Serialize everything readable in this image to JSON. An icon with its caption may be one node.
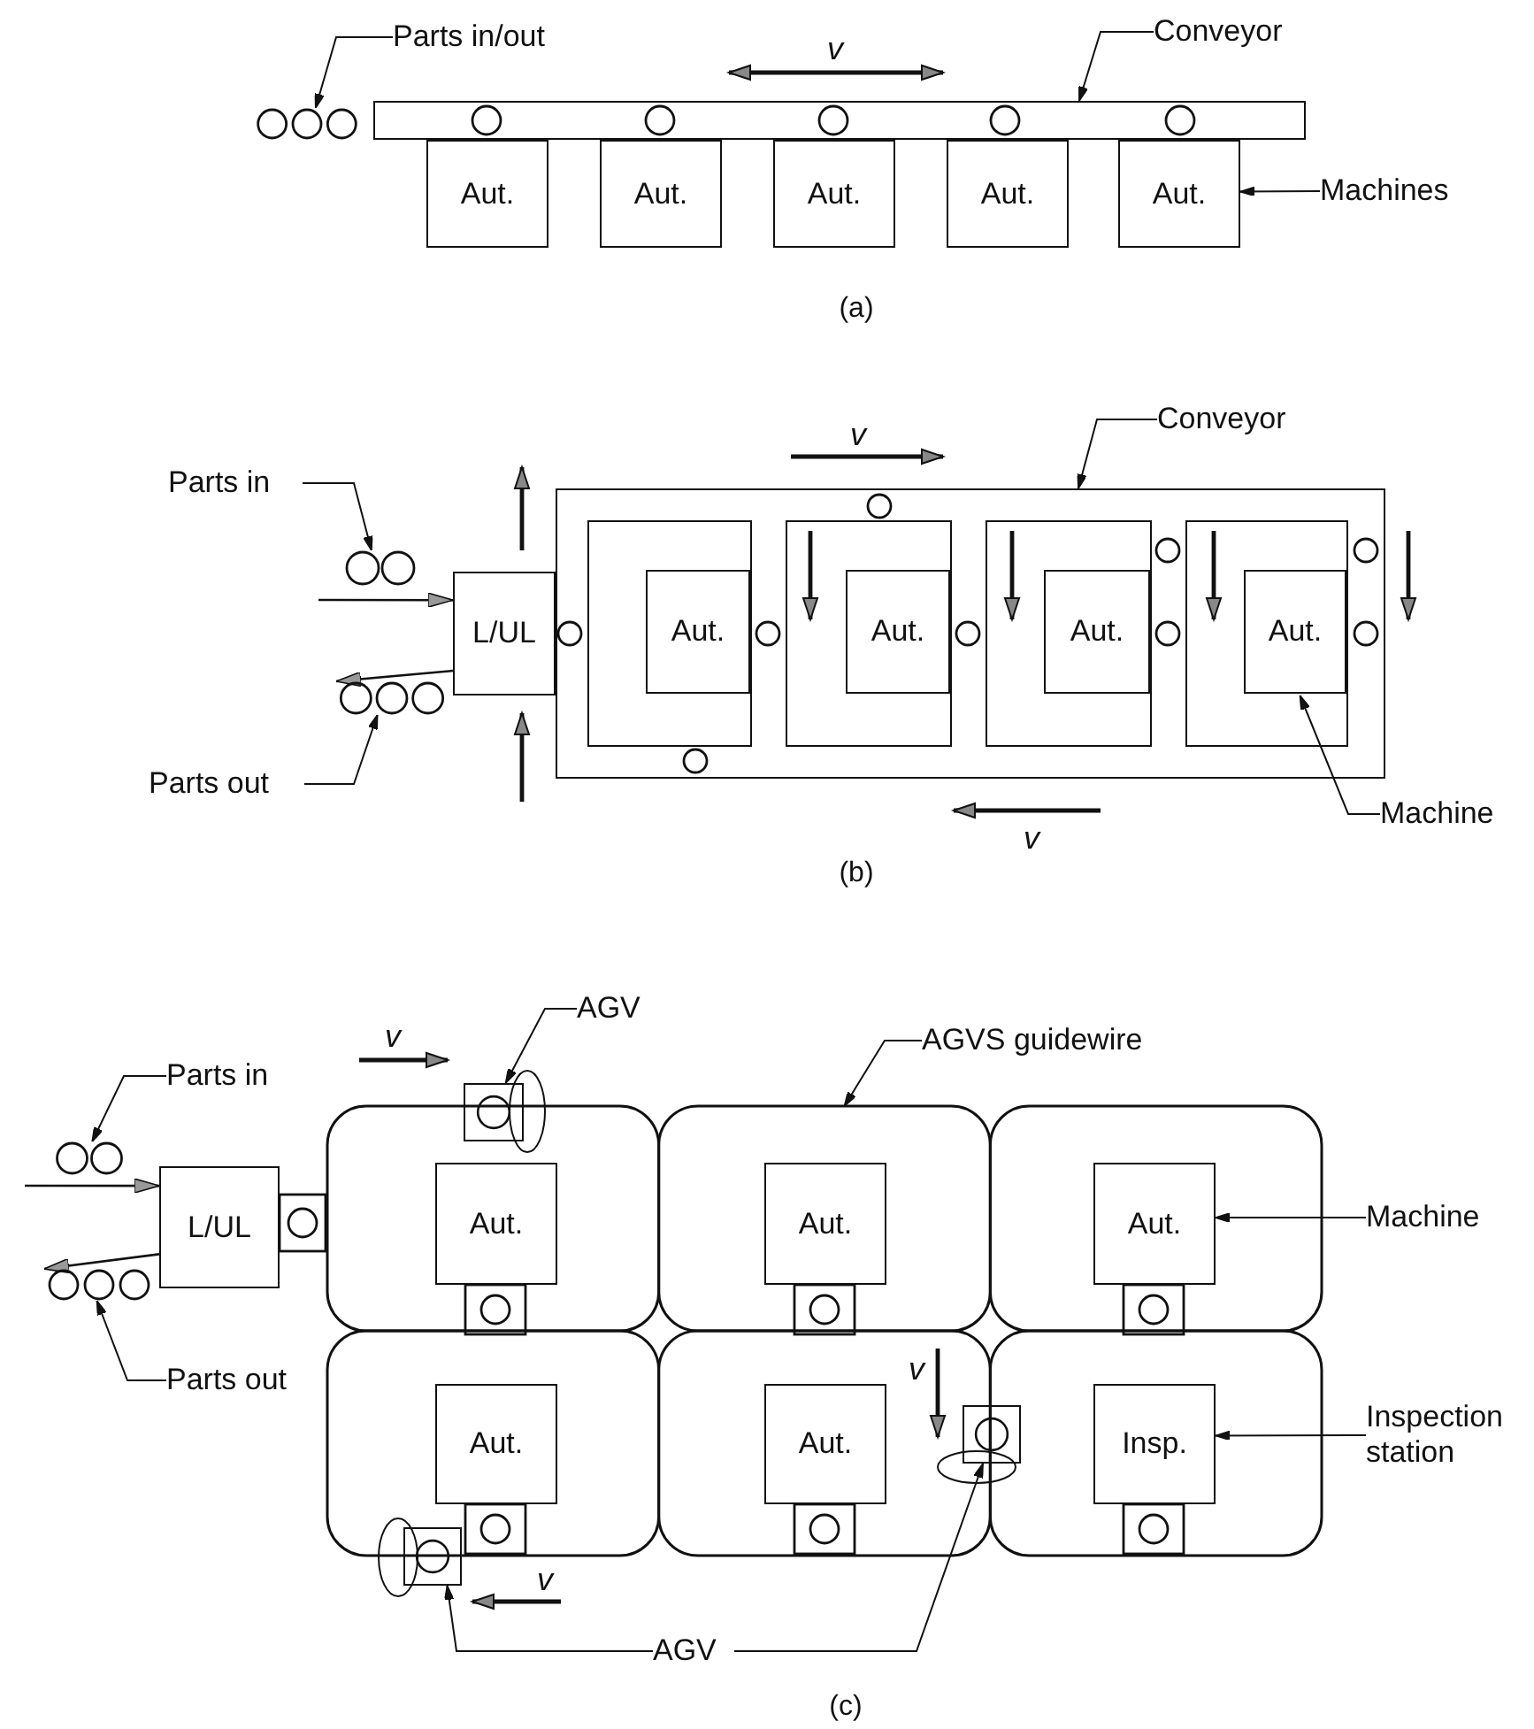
{
  "diagram": {
    "nodes": [
      {
        "text": [
          "Parts in/out"
        ]
      },
      {
        "text": [],
        "shape": "circle"
      },
      {
        "text": [],
        "shape": "bar"
      },
      {
        "text": [
          "Conveyor"
        ]
      },
      {
        "text": [
          "Aut."
        ]
      },
      {
        "text": [
          "Aut."
        ]
      },
      {
        "text": [
          "Aut."
        ]
      },
      {
        "text": [
          "Aut."
        ]
      },
      {
        "text": [
          "Aut."
        ]
      },
      {
        "text": [
          "Machines"
        ]
      },
      {
        "text": [
          "Parts in"
        ]
      },
      {
        "text": [],
        "shape": "circle"
      },
      {
        "text": [
          "Parts out"
        ]
      },
      {
        "text": [],
        "shape": "circle"
      },
      {
        "text": [
          "L/UL"
        ]
      },
      {
        "text": [],
        "shape": "box"
      },
      {
        "text": [],
        "shape": "box",
        "in": 15
      },
      {
        "text": [
          "Aut."
        ],
        "in": 16
      },
      {
        "text": [],
        "shape": "box",
        "in": 15
      },
      {
        "text": [
          "Aut."
        ],
        "in": 18
      },
      {
        "text": [],
        "shape": "box",
        "in": 15
      },
      {
        "text": [
          "Aut."
        ],
        "in": 20
      },
      {
        "text": [],
        "shape": "box",
        "in": 15
      },
      {
        "text": [
          "Aut."
        ],
        "in": 22
      },
      {
        "text": [
          "Conveyor"
        ]
      },
      {
        "text": [
          "Machine"
        ]
      },
      {
        "text": [
          "Parts in"
        ]
      },
      {
        "text": [],
        "shape": "circle"
      },
      {
        "text": [
          "Parts out"
        ]
      },
      {
        "text": [],
        "shape": "circle"
      },
      {
        "text": [
          "L/UL"
        ]
      },
      {
        "text": [],
        "shape": "box"
      },
      {
        "text": [
          "Aut."
        ],
        "in": 31
      },
      {
        "text": [
          "Aut."
        ],
        "in": 31
      },
      {
        "text": [
          "Aut."
        ],
        "in": 31
      },
      {
        "text": [
          "Aut."
        ],
        "in": 31
      },
      {
        "text": [
          "Aut."
        ],
        "in": 31
      },
      {
        "text": [
          "Insp."
        ],
        "in": 31
      },
      {
        "text": [],
        "shape": "box"
      },
      {
        "text": [],
        "shape": "box",
        "in": 31
      },
      {
        "text": [],
        "shape": "box"
      },
      {
        "text": [
          "AGV"
        ]
      },
      {
        "text": [
          "AGVS guidewire"
        ]
      },
      {
        "text": [
          "Machine"
        ]
      },
      {
        "text": [
          "Inspection station"
        ]
      },
      {
        "text": [
          "AGV"
        ]
      },
      {
        "text": [],
        "shape": "circle",
        "in": 15
      },
      {
        "text": [],
        "shape": "circle",
        "in": 15
      },
      {
        "text": [],
        "shape": "circle",
        "in": 15
      },
      {
        "text": [],
        "shape": "circle",
        "in": 15
      },
      {
        "text": [],
        "shape": "circle",
        "in": 15
      },
      {
        "text": [],
        "shape": "circle",
        "in": 15
      },
      {
        "text": [],
        "shape": "circle",
        "in": 15
      },
      {
        "text": [],
        "shape": "circle",
        "in": 15
      },
      {
        "text": [],
        "shape": "circle",
        "in": 15
      }
    ],
    "edges": [
      {
        "from": 0,
        "to": 1,
        "arrow": "to"
      },
      {
        "from": 3,
        "to": 2,
        "arrow": "to"
      },
      {
        "from": 9,
        "to": 8,
        "arrow": "to"
      },
      {
        "from": 10,
        "to": 11,
        "arrow": "to"
      },
      {
        "from": 12,
        "to": 13,
        "arrow": "to"
      },
      {
        "from": null,
        "to": 14,
        "arrow": "to"
      },
      {
        "from": 14,
        "to": 13,
        "arrow": "to"
      },
      {
        "from": 24,
        "to": 15,
        "arrow": "to"
      },
      {
        "from": 25,
        "to": 23,
        "arrow": "to"
      },
      {
        "from": 26,
        "to": 27,
        "arrow": "to"
      },
      {
        "from": 28,
        "to": 29,
        "arrow": "to"
      },
      {
        "from": null,
        "to": 30,
        "arrow": "to"
      },
      {
        "from": 30,
        "to": 29,
        "arrow": "to"
      },
      {
        "from": 41,
        "to": 38,
        "arrow": "to"
      },
      {
        "from": 42,
        "to": 31,
        "arrow": "to"
      },
      {
        "from": 43,
        "to": 34,
        "arrow": "to"
      },
      {
        "from": 44,
        "to": 37,
        "arrow": "to"
      },
      {
        "from": 45,
        "to": 40,
        "arrow": "to"
      },
      {
        "from": 45,
        "to": 39,
        "arrow": "to"
      }
    ],
    "labels": [
      "v",
      "(a)",
      "v",
      "v",
      "(b)",
      "v",
      "v",
      "v",
      "(c)"
    ]
  }
}
